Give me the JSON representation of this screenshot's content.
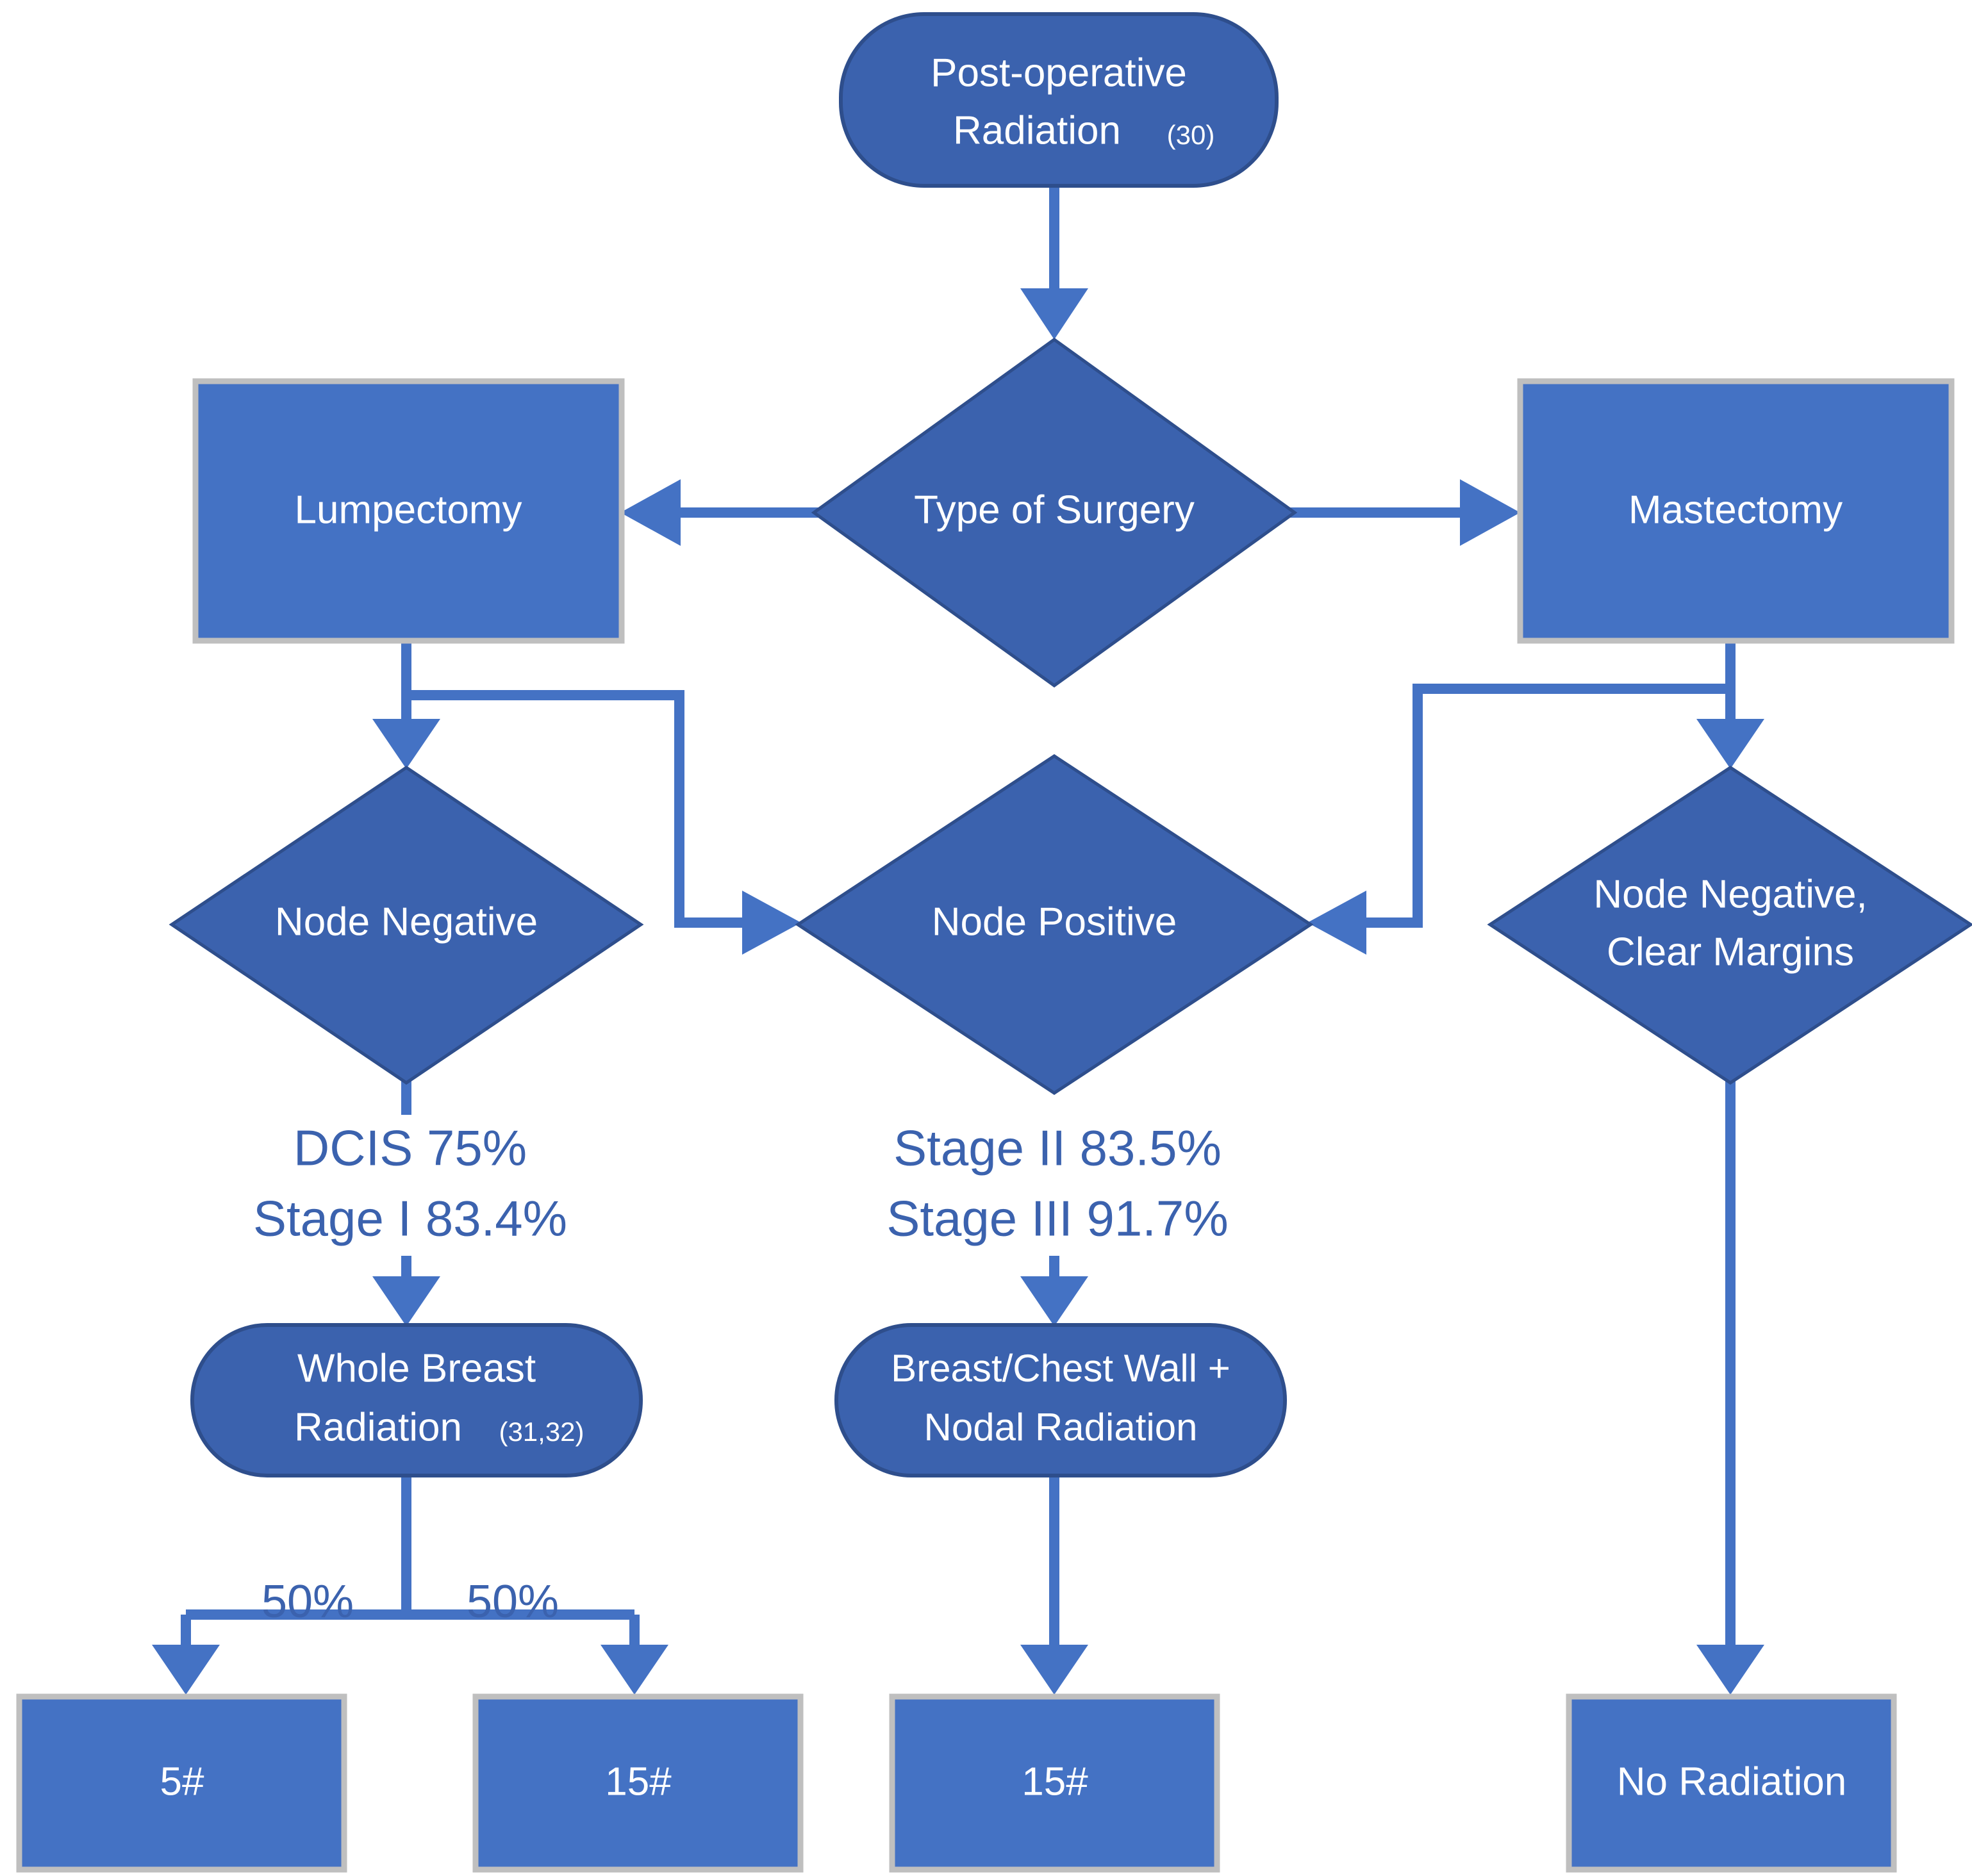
{
  "diagram": {
    "title": "Post-operative Radiation treatment pathway flowchart",
    "colors": {
      "rectangle_fill": "#4472C4",
      "rectangle_border": "#BFBFBF",
      "diamond_fill": "#3B62AE",
      "rounded_fill": "#3B62AE",
      "connector": "#4472C4",
      "edge_label_text": "#3B62AE",
      "node_text": "#FFFFFF",
      "background": "#FFFFFF"
    },
    "nodes": {
      "start": {
        "shape": "rounded-rectangle",
        "label_main": "Post-operative",
        "label_line2": "Radiation",
        "label_ref": "(30)"
      },
      "decision_surgery": {
        "shape": "diamond",
        "label": "Type of Surgery"
      },
      "lumpectomy": {
        "shape": "rectangle",
        "label": "Lumpectomy"
      },
      "mastectomy": {
        "shape": "rectangle",
        "label": "Mastectomy"
      },
      "node_negative": {
        "shape": "diamond",
        "label": "Node Negative"
      },
      "node_positive": {
        "shape": "diamond",
        "label": "Node Positive"
      },
      "node_negative_clear_margins": {
        "shape": "diamond",
        "label_line1": "Node Negative,",
        "label_line2": "Clear Margins"
      },
      "whole_breast_radiation": {
        "shape": "rounded-rectangle",
        "label_line1": "Whole Breast",
        "label_line2": "Radiation",
        "label_ref": "(31,32)"
      },
      "breast_chest_wall_nodal": {
        "shape": "rounded-rectangle",
        "label_line1": "Breast/Chest Wall +",
        "label_line2": "Nodal Radiation"
      },
      "frac_5": {
        "shape": "rectangle",
        "label": "5#"
      },
      "frac_15_left": {
        "shape": "rectangle",
        "label": "15#"
      },
      "frac_15_mid": {
        "shape": "rectangle",
        "label": "15#"
      },
      "no_radiation": {
        "shape": "rectangle",
        "label": "No Radiation"
      }
    },
    "edge_labels": {
      "dcis": "DCIS 75%",
      "stage_1": "Stage I 83.4%",
      "stage_2": "Stage II 83.5%",
      "stage_3": "Stage III 91.7%",
      "split_left": "50%",
      "split_right": "50%"
    }
  },
  "chart_data": {
    "type": "diagram",
    "title": "Post-operative Radiation (30)",
    "flow_nodes": [
      {
        "id": "start",
        "label": "Post-operative Radiation (30)",
        "shape": "rounded"
      },
      {
        "id": "decision_surgery",
        "label": "Type of Surgery",
        "shape": "diamond"
      },
      {
        "id": "lumpectomy",
        "label": "Lumpectomy",
        "shape": "rect"
      },
      {
        "id": "mastectomy",
        "label": "Mastectomy",
        "shape": "rect"
      },
      {
        "id": "node_negative",
        "label": "Node Negative",
        "shape": "diamond"
      },
      {
        "id": "node_positive",
        "label": "Node Positive",
        "shape": "diamond"
      },
      {
        "id": "node_negative_clear_margins",
        "label": "Node Negative, Clear Margins",
        "shape": "diamond"
      },
      {
        "id": "whole_breast_radiation",
        "label": "Whole Breast Radiation (31,32)",
        "shape": "rounded"
      },
      {
        "id": "breast_chest_wall_nodal",
        "label": "Breast/Chest Wall + Nodal Radiation",
        "shape": "rounded"
      },
      {
        "id": "frac_5",
        "label": "5#",
        "shape": "rect"
      },
      {
        "id": "frac_15_left",
        "label": "15#",
        "shape": "rect"
      },
      {
        "id": "frac_15_mid",
        "label": "15#",
        "shape": "rect"
      },
      {
        "id": "no_radiation",
        "label": "No Radiation",
        "shape": "rect"
      }
    ],
    "flow_edges": [
      {
        "from": "start",
        "to": "decision_surgery",
        "label": ""
      },
      {
        "from": "decision_surgery",
        "to": "lumpectomy",
        "label": ""
      },
      {
        "from": "decision_surgery",
        "to": "mastectomy",
        "label": ""
      },
      {
        "from": "lumpectomy",
        "to": "node_negative",
        "label": ""
      },
      {
        "from": "lumpectomy",
        "to": "node_positive",
        "label": ""
      },
      {
        "from": "mastectomy",
        "to": "node_positive",
        "label": ""
      },
      {
        "from": "mastectomy",
        "to": "node_negative_clear_margins",
        "label": ""
      },
      {
        "from": "node_negative",
        "to": "whole_breast_radiation",
        "label": "DCIS 75% / Stage I 83.4%"
      },
      {
        "from": "node_positive",
        "to": "breast_chest_wall_nodal",
        "label": "Stage II 83.5% / Stage III 91.7%"
      },
      {
        "from": "whole_breast_radiation",
        "to": "frac_5",
        "label": "50%"
      },
      {
        "from": "whole_breast_radiation",
        "to": "frac_15_left",
        "label": "50%"
      },
      {
        "from": "breast_chest_wall_nodal",
        "to": "frac_15_mid",
        "label": ""
      },
      {
        "from": "node_negative_clear_margins",
        "to": "no_radiation",
        "label": ""
      }
    ],
    "values": {
      "dcis_pct": 75,
      "stage_1_pct": 83.4,
      "stage_2_pct": 83.5,
      "stage_3_pct": 91.7,
      "split_left_pct": 50,
      "split_right_pct": 50
    }
  }
}
